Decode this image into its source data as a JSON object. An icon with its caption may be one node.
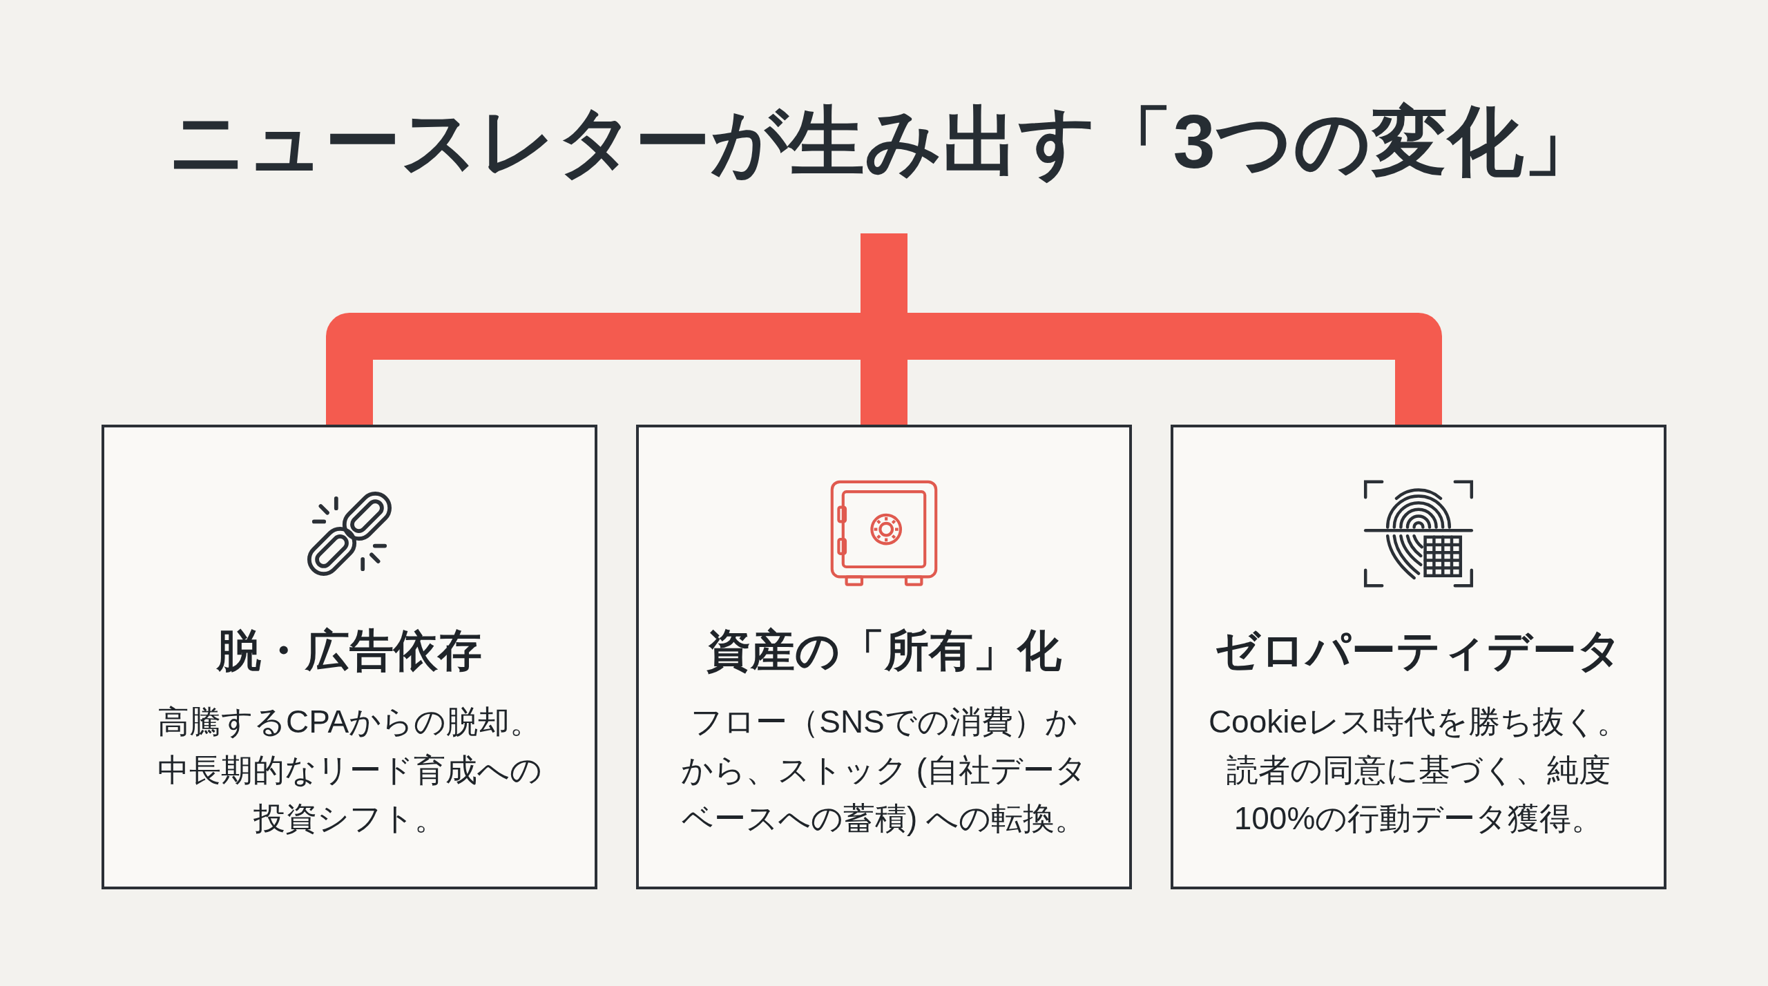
{
  "diagram": {
    "title": "ニュースレターが生み出す「3つの変化」",
    "nodes": [
      {
        "text": [
          "脱・広告依存",
          "高騰するCPAからの脱却。中長期的なリード育成への投資シフト。"
        ]
      },
      {
        "text": [
          "資産の「所有」化",
          "フロー（SNSでの消費）かから、ストック (自社データベースへの蓄積) への転換。"
        ]
      },
      {
        "text": [
          "ゼロパーティデータ",
          "Cookieレス時代を勝ち抜く。読者の同意に基づく、純度100%の行動データ獲得。"
        ]
      }
    ],
    "edges": [
      {
        "from": null,
        "to": 0,
        "arrow": "none"
      },
      {
        "from": null,
        "to": 1,
        "arrow": "none"
      },
      {
        "from": null,
        "to": 2,
        "arrow": "none"
      }
    ]
  }
}
